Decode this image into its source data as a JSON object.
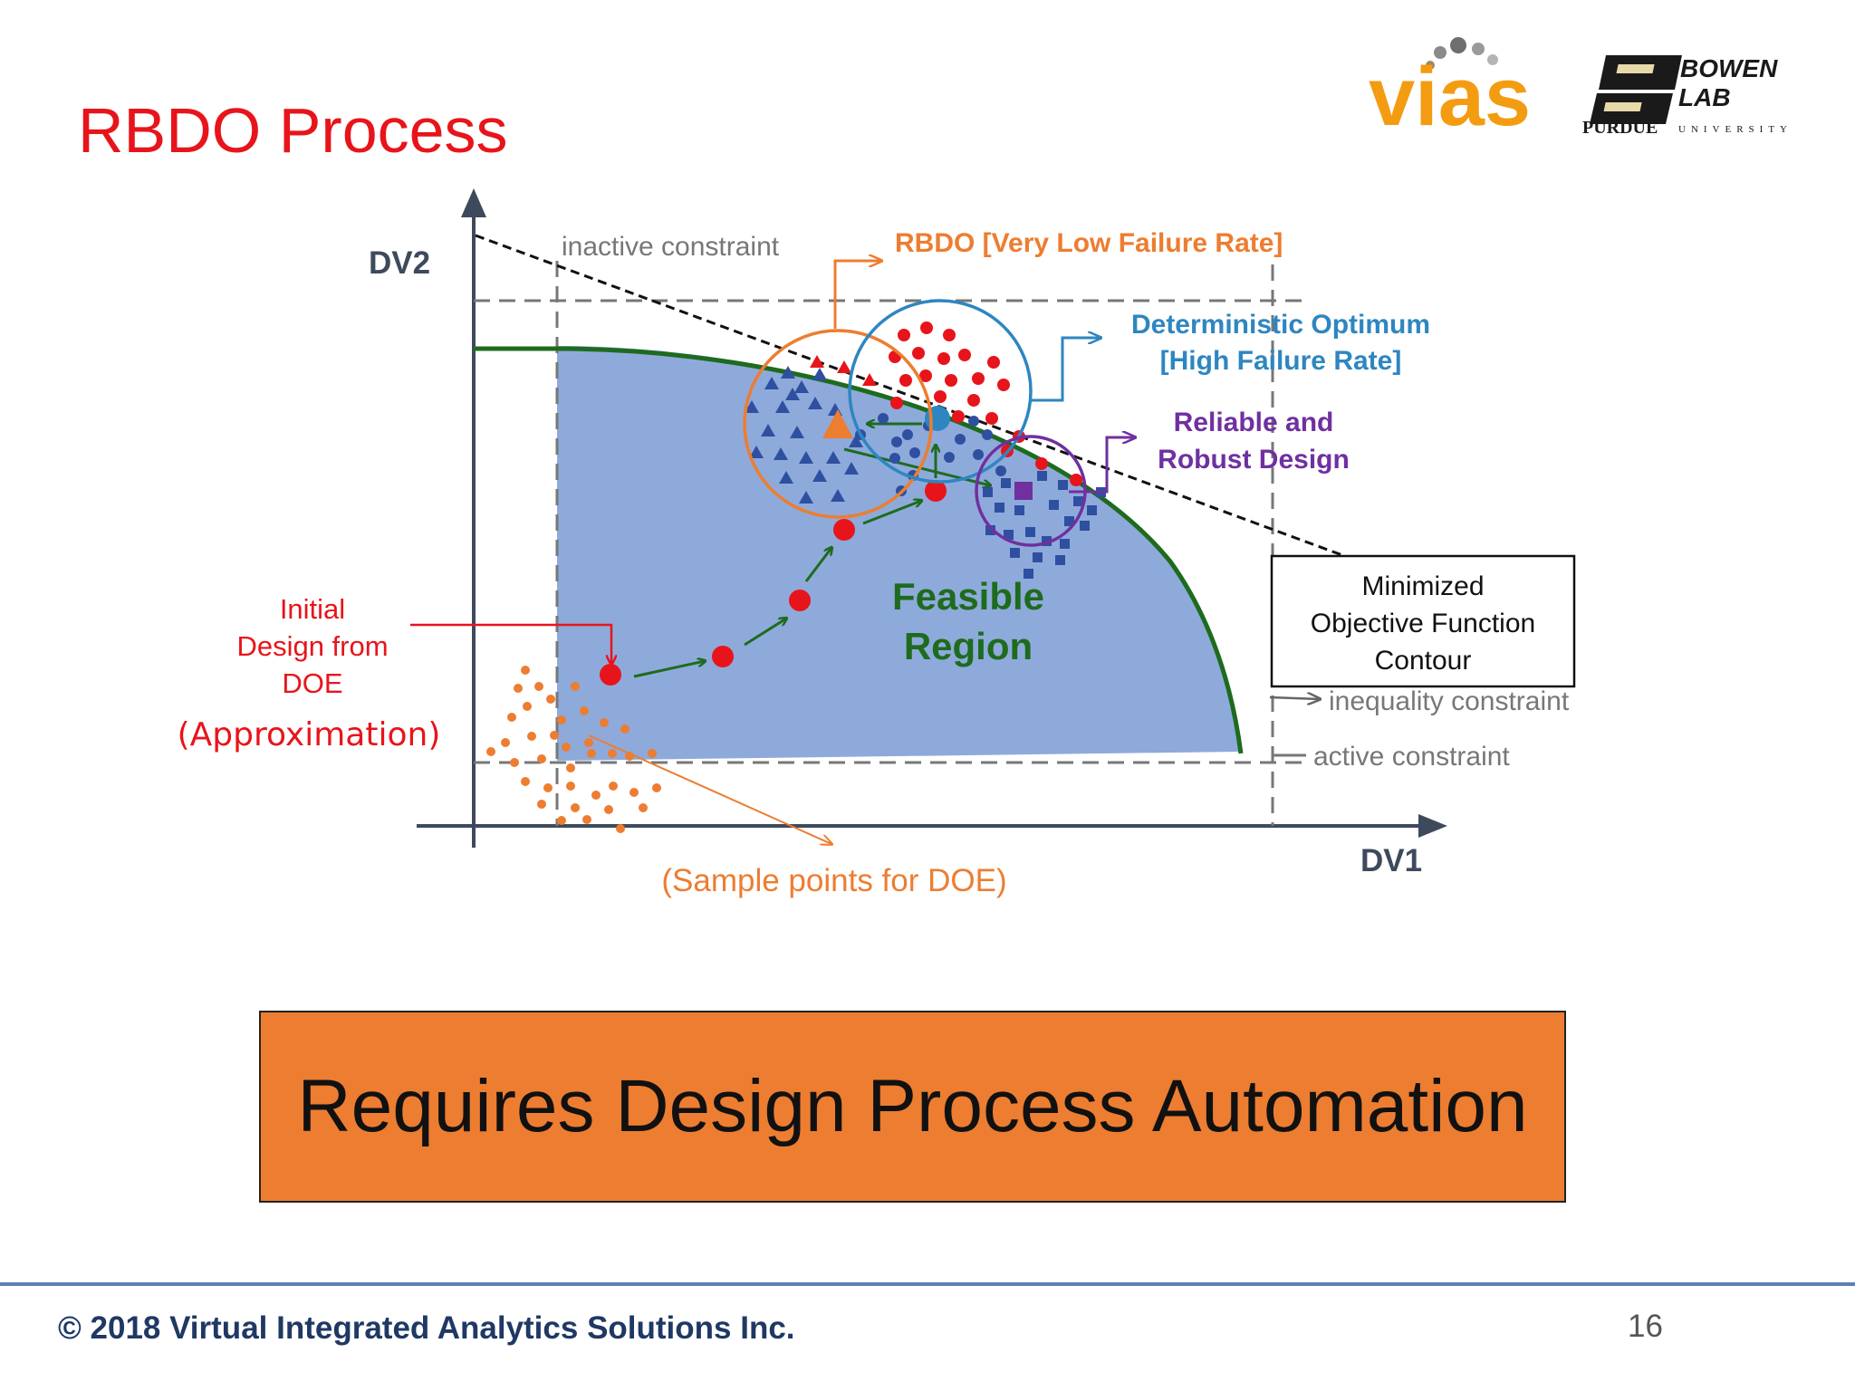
{
  "slide": {
    "title": "RBDO Process",
    "banner": "Requires Design Process Automation",
    "footer_copyright": "© 2018 Virtual Integrated Analytics Solutions Inc.",
    "page_number": "16"
  },
  "logos": {
    "vias": "vias",
    "bowen_lab_line1": "BOWEN",
    "bowen_lab_line2": "LAB",
    "purdue": "PURDUE",
    "university": "UNIVERSITY"
  },
  "diagram": {
    "dv2": "DV2",
    "dv1": "DV1",
    "inactive_constraint": "inactive constraint",
    "rbdo_label": "RBDO [Very Low Failure Rate]",
    "det_line1": "Deterministic Optimum",
    "det_line2": "[High Failure Rate]",
    "robust_line1": "Reliable and",
    "robust_line2": "Robust Design",
    "objective_line1": "Minimized",
    "objective_line2": "Objective Function",
    "objective_line3": "Contour",
    "inequality_constraint": "inequality constraint",
    "active_constraint": "active constraint",
    "feasible_line1": "Feasible",
    "feasible_line2": "Region",
    "initial_line1": "Initial",
    "initial_line2": "Design from",
    "initial_line3": "DOE",
    "approximation": "(Approximation)",
    "sample_points": "(Sample points for DOE)"
  },
  "colors": {
    "title_red": "#e8141b",
    "feasible_fill": "#8eaadb",
    "constraint_green": "#1e6b1e",
    "rbdo_orange": "#ed7d31",
    "deterministic_blue": "#2e86c1",
    "robust_purple": "#7030a0",
    "banner_orange": "#ed7d31"
  }
}
